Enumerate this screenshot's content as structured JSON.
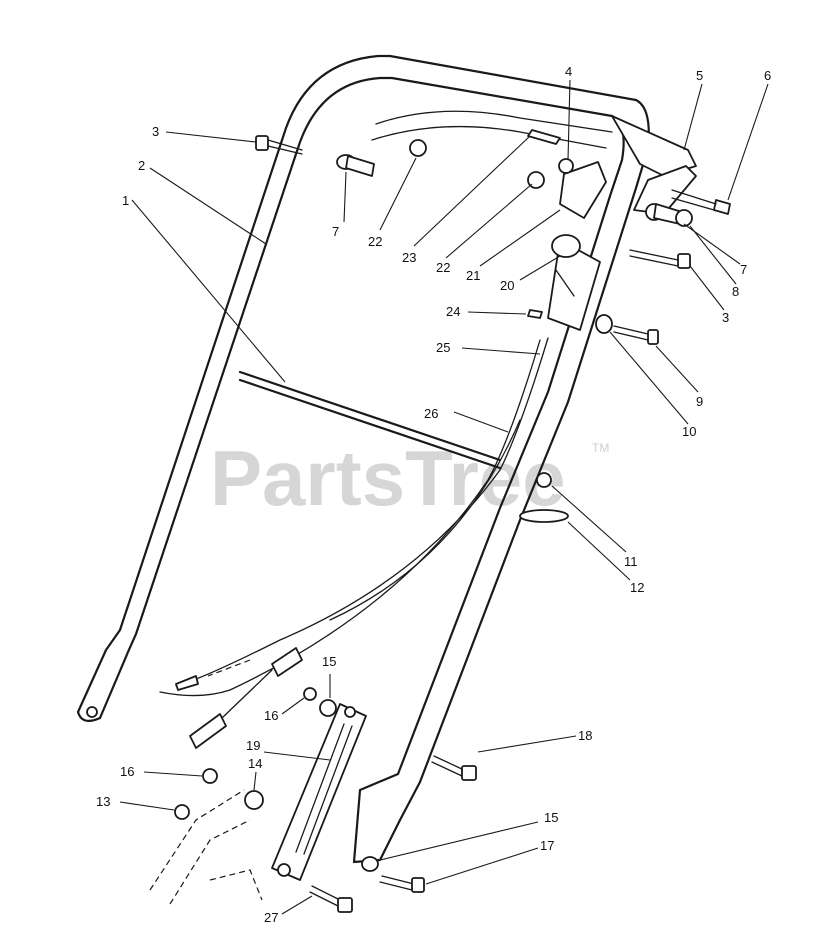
{
  "watermark": {
    "text": "PartsTree",
    "mark": "TM"
  },
  "callouts": [
    "1",
    "2",
    "3",
    "4",
    "5",
    "6",
    "7",
    "22",
    "23",
    "22",
    "21",
    "20",
    "7",
    "8",
    "3",
    "24",
    "25",
    "9",
    "10",
    "26",
    "11",
    "12",
    "15",
    "16",
    "18",
    "19",
    "16",
    "14",
    "13",
    "15",
    "17",
    "27"
  ]
}
